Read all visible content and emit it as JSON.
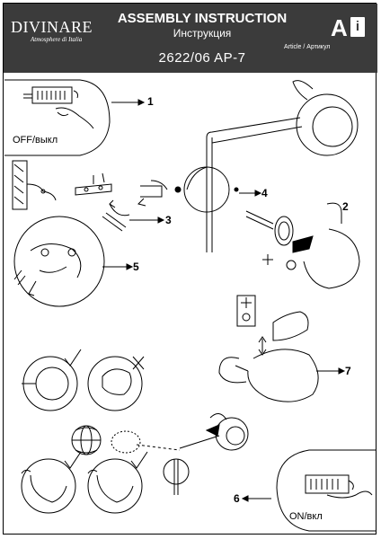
{
  "header": {
    "brand": "DIVINARE",
    "brand_sub": "Atmosphere di Italia",
    "title_en": "ASSEMBLY INSTRUCTION",
    "title_ru": "Инструкция",
    "article_label": "Article / Артикул",
    "article": "2622/06 AP-7",
    "info_letter": "A",
    "info_symbol": "i"
  },
  "steps": {
    "s1": "1",
    "s2": "2",
    "s3": "3",
    "s4": "4",
    "s5": "5",
    "s6": "6",
    "s7": "7"
  },
  "labels": {
    "off": "OFF/выкл",
    "on": "ON/вкл"
  },
  "colors": {
    "header_bg": "#3b3b3b",
    "ok_mark": "#000000",
    "bad_mark": "#000000"
  }
}
